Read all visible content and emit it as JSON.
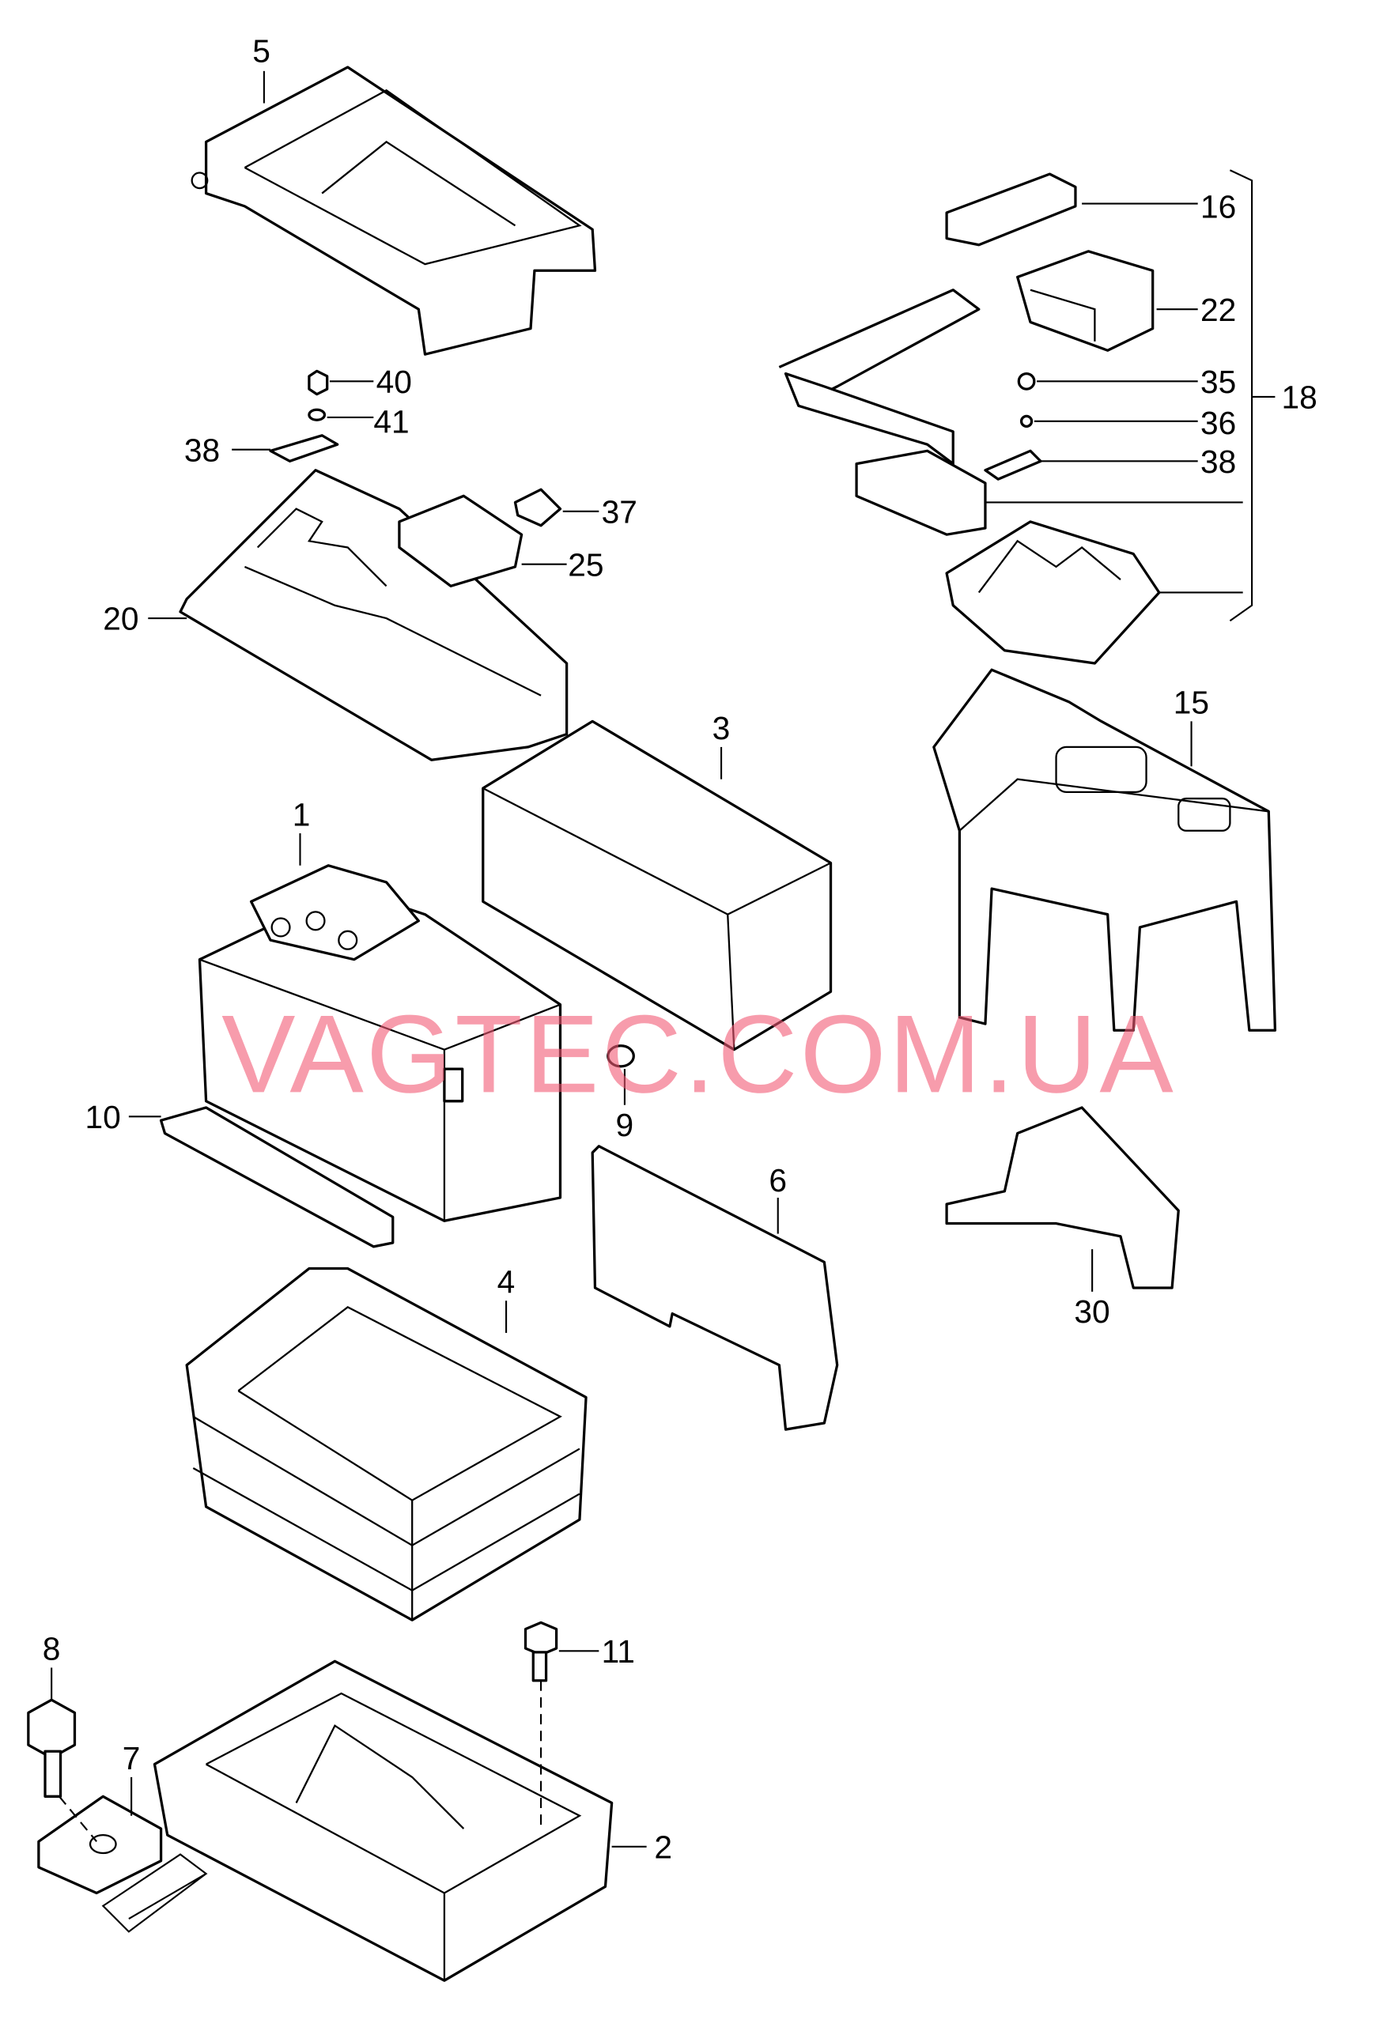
{
  "diagram": {
    "title": "Battery and battery holder parts",
    "watermark": "VAGTEC.COM.UA",
    "callouts": {
      "p5": "5",
      "p16": "16",
      "p22": "22",
      "p35": "35",
      "p18": "18",
      "p36": "36",
      "p38a": "38",
      "p38b": "38",
      "p40": "40",
      "p41": "41",
      "p37": "37",
      "p25": "25",
      "p20": "20",
      "p3": "3",
      "p15": "15",
      "p1": "1",
      "p10": "10",
      "p9": "9",
      "p6": "6",
      "p30": "30",
      "p4": "4",
      "p8": "8",
      "p11": "11",
      "p7": "7",
      "p2": "2"
    }
  }
}
